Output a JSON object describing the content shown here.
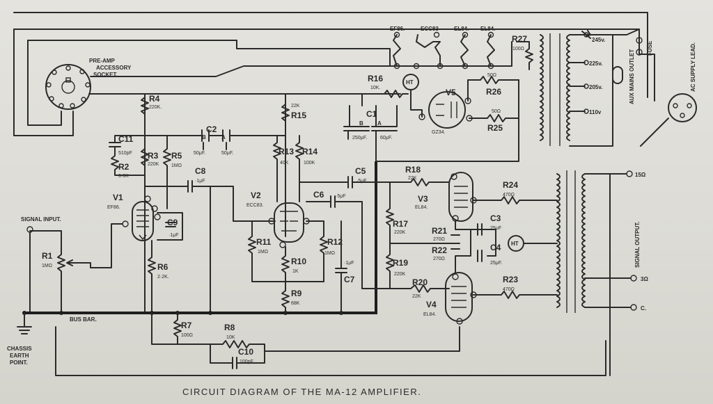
{
  "caption": "CIRCUIT DIAGRAM OF THE MA-12 AMPLIFIER.",
  "labels": {
    "signal_input": "SIGNAL INPUT.",
    "bus_bar": "BUS BAR.",
    "chassis": "CHASSIS",
    "earth": "EARTH",
    "point": "POINT.",
    "preamp_1": "PRE-AMP",
    "preamp_2": "ACCESSORY",
    "preamp_3": "SOCKET.",
    "aux_mains": "AUX MAINS OUTLET",
    "fuse": "FUSE",
    "ac_supply": "AC SUPPLY LEAD.",
    "signal_output": "SIGNAL OUTPUT.",
    "heaters": [
      "EF86.",
      "ECC83",
      "EL84.",
      "EL84."
    ],
    "taps": [
      "245v.",
      "225v.",
      "205v.",
      "110v"
    ],
    "out_taps": [
      "15Ω",
      "3Ω",
      "C."
    ],
    "ht": "HT"
  },
  "components": {
    "R1": {
      "name": "R1",
      "value": "1MΩ"
    },
    "R2": {
      "name": "R2",
      "value": "6·8K"
    },
    "R3": {
      "name": "R3",
      "value": "220K"
    },
    "R4": {
      "name": "R4",
      "value": "220K."
    },
    "R5": {
      "name": "R5",
      "value": "1MΩ"
    },
    "R6": {
      "name": "R6",
      "value": "2·2K."
    },
    "R7": {
      "name": "R7",
      "value": "100Ω"
    },
    "R8": {
      "name": "R8",
      "value": "10K"
    },
    "R9": {
      "name": "R9",
      "value": "68K"
    },
    "R10": {
      "name": "R10",
      "value": "1K"
    },
    "R11": {
      "name": "R11",
      "value": "1MΩ"
    },
    "R12": {
      "name": "R12",
      "value": "1MΩ"
    },
    "R13": {
      "name": "R13",
      "value": "40K"
    },
    "R14": {
      "name": "R14",
      "value": "100K"
    },
    "R15": {
      "name": "R15",
      "value": "22K"
    },
    "R16": {
      "name": "R16",
      "value": "10K."
    },
    "R17": {
      "name": "R17",
      "value": "220K"
    },
    "R18": {
      "name": "R18",
      "value": "22K"
    },
    "R19": {
      "name": "R19",
      "value": "220K"
    },
    "R20": {
      "name": "R20",
      "value": "22K"
    },
    "R21": {
      "name": "R21",
      "value": "270Ω"
    },
    "R22": {
      "name": "R22",
      "value": "270Ω"
    },
    "R23": {
      "name": "R23",
      "value": "470Ω"
    },
    "R24": {
      "name": "R24",
      "value": "470Ω"
    },
    "R25": {
      "name": "R25",
      "value": "50Ω"
    },
    "R26": {
      "name": "R26",
      "value": "50Ω"
    },
    "R27": {
      "name": "R27",
      "value": "100Ω"
    },
    "C1": {
      "name": "C1",
      "value_b": "250μF.",
      "value_a": "60μF."
    },
    "C2": {
      "name": "C2",
      "value_b": "50μF.",
      "value_a": "50μF."
    },
    "C3": {
      "name": "C3",
      "value": "25μF"
    },
    "C4": {
      "name": "C4",
      "value": "25μF."
    },
    "C5": {
      "name": "C5",
      "value": "·5μF"
    },
    "C6": {
      "name": "C6",
      "value": "·5μF"
    },
    "C7": {
      "name": "C7",
      "value": "·1μF"
    },
    "C8": {
      "name": "C8",
      "value": "·1μF"
    },
    "C9": {
      "name": "C9",
      "value": "·1μF"
    },
    "C10": {
      "name": "C10",
      "value": "100pF"
    },
    "C11": {
      "name": "C11",
      "value": "510pF"
    },
    "V1": {
      "name": "V1",
      "type": "EF86."
    },
    "V2": {
      "name": "V2",
      "type": "ECC83."
    },
    "V3": {
      "name": "V3",
      "type": "EL84."
    },
    "V4": {
      "name": "V4",
      "type": "EL84."
    },
    "V5": {
      "name": "V5",
      "type": "GZ34."
    }
  }
}
